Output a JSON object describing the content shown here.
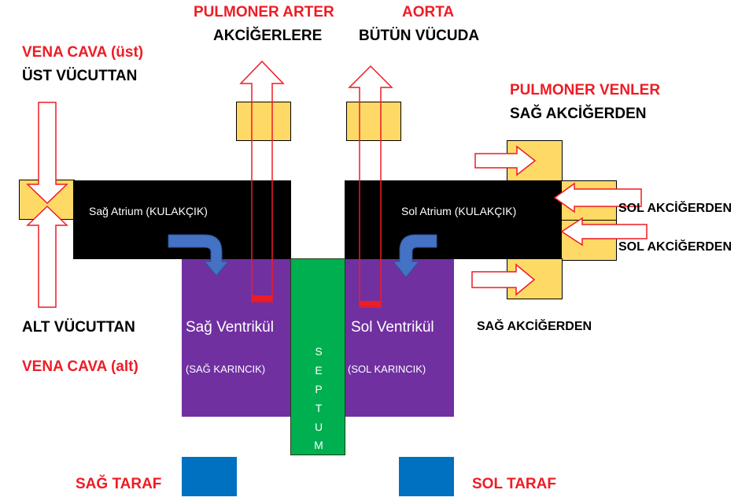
{
  "labels": {
    "vena_cava_top": "VENA CAVA (üst)",
    "ust_vucuttan": "ÜST  VÜCUTTAN",
    "pulmoner_arter": "PULMONER ARTER",
    "akcigerlere": "AKCİĞERLERE",
    "aorta": "AORTA",
    "butun_vucuda": "BÜTÜN VÜCUDA",
    "pulmoner_venler": "PULMONER VENLER",
    "sag_akcigerden_top": "SAĞ AKCİĞERDEN",
    "sol_akcigerden_1": "SOL AKCİĞERDEN",
    "sol_akcigerden_2": "SOL AKCİĞERDEN",
    "sag_akcigerden_bottom": "SAĞ AKCİĞERDEN",
    "alt_vucuttan": "ALT VÜCUTTAN",
    "vena_cava_bottom": "VENA CAVA (alt)",
    "sag_taraf": "SAĞ TARAF",
    "sol_taraf": "SOL TARAF"
  },
  "chambers": {
    "right_atrium": "Sağ Atrium (KULAKÇIK)",
    "left_atrium": "Sol Atrium (KULAKÇIK)",
    "right_ventricle": "Sağ Ventrikül",
    "right_ventricle_sub": "(SAĞ KARINCIK)",
    "left_ventricle": "Sol Ventrikül",
    "left_ventricle_sub": "(SOL KARINCIK)",
    "septum": [
      "S",
      "E",
      "P",
      "T",
      "U",
      "M"
    ]
  },
  "colors": {
    "red_label": "#ee1c25",
    "atrium": "#000000",
    "ventricle": "#7030a0",
    "septum": "#00b050",
    "vessel_box": "#ffd966",
    "side_marker": "#0070c0",
    "flow_arrow": "#4472c4",
    "vessel_arrow": "#ff0000"
  }
}
